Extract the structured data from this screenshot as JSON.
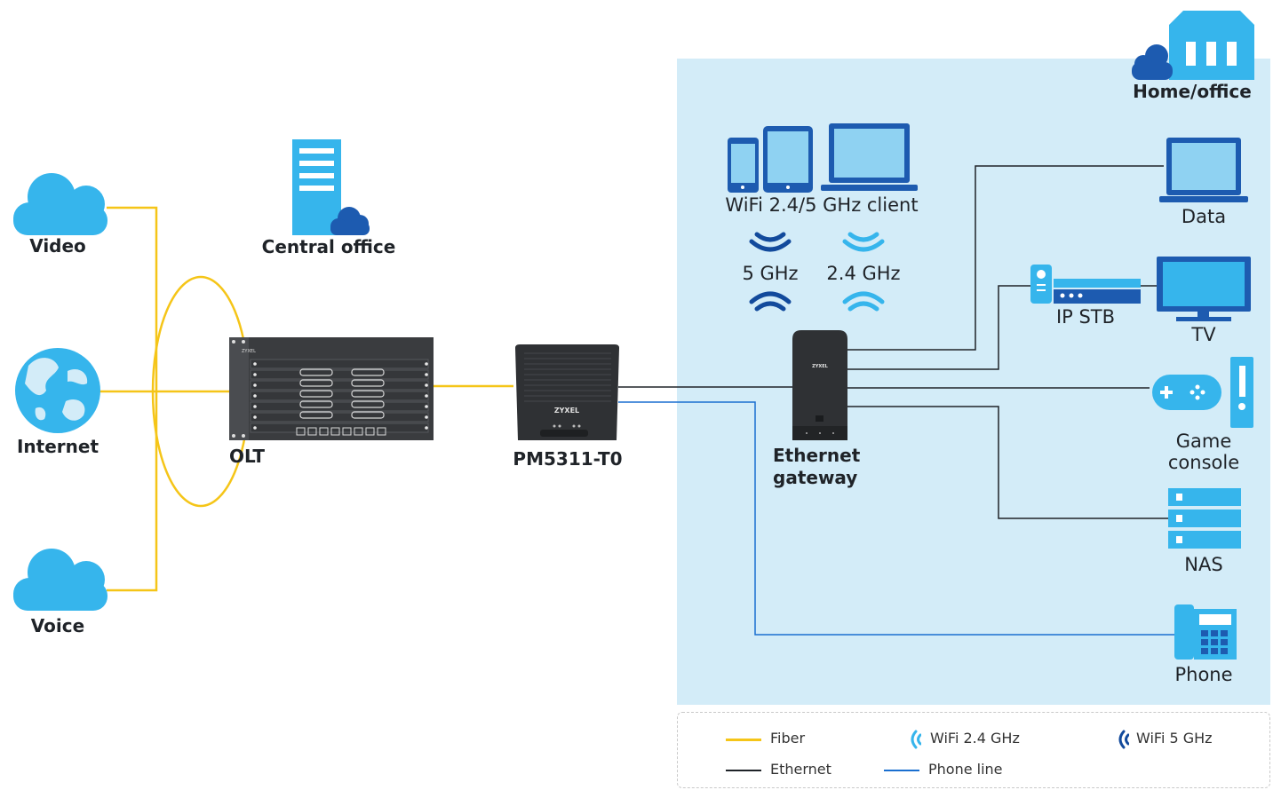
{
  "labels": {
    "video": "Video",
    "internet": "Internet",
    "voice": "Voice",
    "central_office": "Central office",
    "olt": "OLT",
    "pm5311": "PM5311-T0",
    "ethernet_gateway_line1": "Ethernet",
    "ethernet_gateway_line2": "gateway",
    "home_office": "Home/office",
    "wifi_client": "WiFi 2.4/5 GHz client",
    "band_5": "5 GHz",
    "band_24": "2.4 GHz",
    "data": "Data",
    "ip_stb": "IP STB",
    "tv": "TV",
    "game_console_line1": "Game",
    "game_console_line2": "console",
    "nas": "NAS",
    "phone": "Phone",
    "zyxel_brand": "ZYXEL",
    "olt_brand": "ZYXEL"
  },
  "legend": {
    "fiber": "Fiber",
    "ethernet": "Ethernet",
    "wifi24": "WiFi 2.4 GHz",
    "wifi5": "WiFi 5 GHz",
    "phone_line": "Phone line"
  },
  "colors": {
    "fiber": "#f5c518",
    "ethernet": "#1f2328",
    "phone_line": "#1a6fd0",
    "wifi24": "#36b5ec",
    "wifi5": "#124a9c",
    "home_bg": "#d3ecf8",
    "icon_blue": "#36b5ec",
    "icon_dark": "#1d5bb0",
    "device_dark": "#2f3134"
  }
}
